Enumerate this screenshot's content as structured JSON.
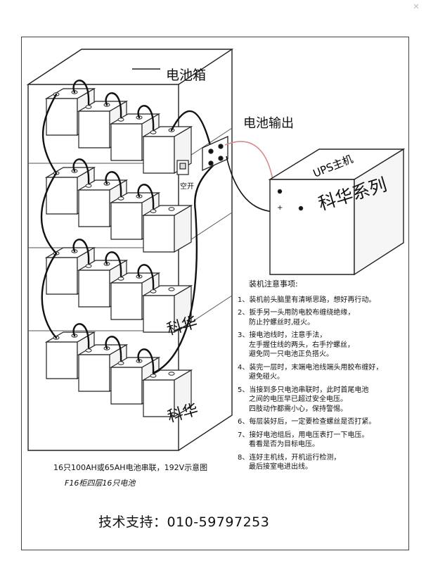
{
  "labels": {
    "battery_box": "电池箱",
    "battery_output": "电池输出",
    "ups_host": "UPS主机",
    "brand_series": "科华系列",
    "brand_mark_1": "科华",
    "brand_mark_2": "科华",
    "switch": "空开",
    "positive": "+"
  },
  "notes": {
    "title": "装机注意事项:",
    "items": [
      {
        "lines": [
          "1、装机前头脑里有清晰思路，想好再行动。"
        ]
      },
      {
        "lines": [
          "2、扳手另一头用防电胶布缠绕绝缘，",
          "防止拧螺丝时,碰火。"
        ]
      },
      {
        "lines": [
          "3、接电池线时，注意手法，",
          "左手握住线的两头，右手拧螺丝，",
          "避免同一只电池正负搭火。"
        ]
      },
      {
        "lines": [
          "4、装完一层时，末端电池线端头用胶布缠好，",
          "避免碰火。"
        ]
      },
      {
        "lines": [
          "5、当接到多只电池串联时，此时首尾电池",
          "之间的电压早已超过安全电压。",
          "四肢动作都需小心，保持警惕。"
        ]
      },
      {
        "lines": [
          "6、每层装好后，一定要检查螺丝是否打紧。"
        ]
      },
      {
        "lines": [
          "7、接好电池组后，用电压表打一下电压。",
          "看看是否为目标电压。"
        ]
      },
      {
        "lines": [
          "8、连好主机线，开机运行检测，",
          "最后接室电进出线。"
        ]
      }
    ]
  },
  "captions": {
    "line1": "16只100AH或65AH电池串联，192V示意图",
    "line2": "F16柜四层16只电池"
  },
  "support": "技术支持：010-59797253",
  "colors": {
    "line": "#222222",
    "cable": "#111111",
    "output_wire": "#d98a8a",
    "background": "#ffffff"
  },
  "icons": {
    "close": "close-icon"
  }
}
